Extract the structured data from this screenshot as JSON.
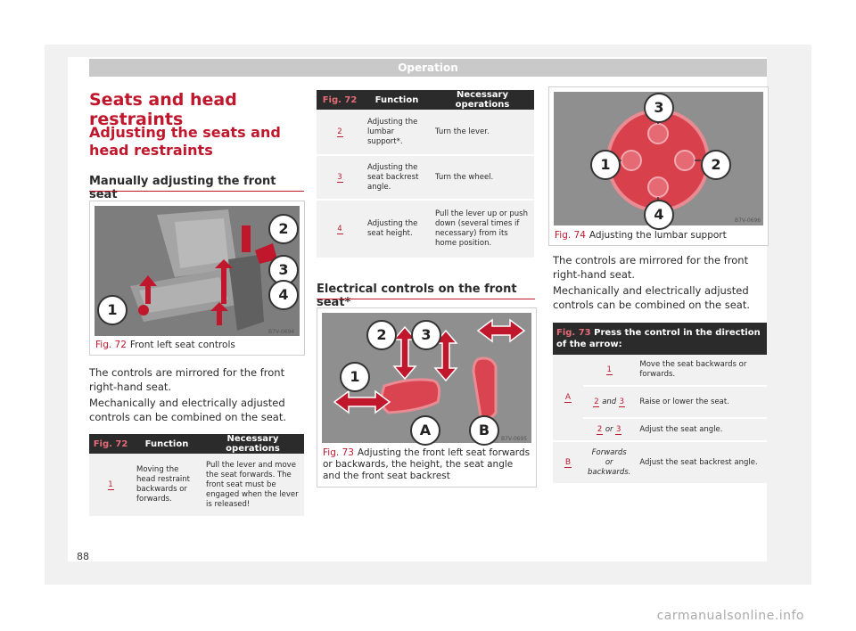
{
  "header": {
    "section": "Operation"
  },
  "left": {
    "title": "Seats and head restraints",
    "subtitle": "Adjusting the seats and head restraints",
    "subsection": "Manually adjusting the front seat",
    "fig72": {
      "label": "Fig. 72",
      "caption": "Front left seat controls",
      "code": "B7V-0694",
      "callouts": [
        "1",
        "2",
        "3",
        "4"
      ]
    },
    "para1": "The controls are mirrored for the front right-hand seat.",
    "para2": "Mechanically and electrically adjusted controls can be combined on the seat.",
    "table": {
      "headers": [
        "Fig. 72",
        "Function",
        "Necessary operations"
      ],
      "rows": [
        {
          "key": "1",
          "function": "Moving the head restraint backwards or forwards.",
          "operation": "Pull the lever and move the seat forwards. The front seat must be engaged when the lever is released!"
        }
      ]
    },
    "page_number": "88"
  },
  "middle": {
    "table": {
      "headers": [
        "Fig. 72",
        "Function",
        "Necessary operations"
      ],
      "rows": [
        {
          "key": "2",
          "function": "Adjusting the lumbar support*.",
          "operation": "Turn the lever."
        },
        {
          "key": "3",
          "function": "Adjusting the seat backrest angle.",
          "operation": "Turn the wheel."
        },
        {
          "key": "4",
          "function": "Adjusting the seat height.",
          "operation": "Pull the lever up or push down (several times if necessary) from its home position."
        }
      ]
    },
    "subsection": "Electrical controls on the front seat*",
    "fig73": {
      "label": "Fig. 73",
      "caption": "Adjusting the front left seat forwards or backwards, the height, the seat angle and the front seat backrest",
      "code": "B7V-0695",
      "callouts": [
        "1",
        "2",
        "3",
        "A",
        "B"
      ]
    }
  },
  "right": {
    "fig74": {
      "label": "Fig. 74",
      "caption": "Adjusting the lumbar support",
      "code": "B7V-0696",
      "callouts": [
        "1",
        "2",
        "3",
        "4"
      ]
    },
    "para1": "The controls are mirrored for the front right-hand seat.",
    "para2": "Mechanically and electrically adjusted controls can be combined on the seat.",
    "table": {
      "header_fig": "Fig. 73",
      "header_text": "Press the control in the direction of the arrow:",
      "rows": [
        {
          "group": "A",
          "key": "1",
          "key_join": "",
          "key2": "",
          "text": "Move the seat backwards or forwards."
        },
        {
          "group": "A",
          "key": "2",
          "key_join": "and",
          "key2": "3",
          "text": "Raise or lower the seat."
        },
        {
          "group": "A",
          "key": "2",
          "key_join": "or",
          "key2": "3",
          "text": "Adjust the seat angle."
        },
        {
          "group": "B",
          "key": "Forwards or backwards.",
          "key_join": "",
          "key2": "",
          "text": "Adjust the seat backrest angle."
        }
      ]
    }
  },
  "watermark": "carmanualsonline.info",
  "colors": {
    "accent": "#c0172c",
    "header_gray": "#c9c9c9",
    "table_header": "#2b2b2b"
  }
}
